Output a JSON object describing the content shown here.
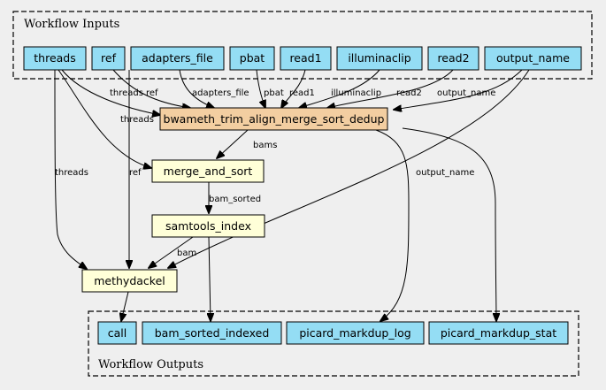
{
  "clusters": {
    "inputs": "Workflow Inputs",
    "outputs": "Workflow Outputs"
  },
  "inputs": {
    "threads": "threads",
    "ref": "ref",
    "adapters_file": "adapters_file",
    "pbat": "pbat",
    "read1": "read1",
    "illuminaclip": "illuminaclip",
    "read2": "read2",
    "output_name": "output_name"
  },
  "steps": {
    "main": "bwameth_trim_align_merge_sort_dedup",
    "merge": "merge_and_sort",
    "index": "samtools_index",
    "methy": "methydackel"
  },
  "outputs": {
    "call": "call",
    "bam_sorted_indexed": "bam_sorted_indexed",
    "picard_markdup_log": "picard_markdup_log",
    "picard_markdup_stat": "picard_markdup_stat"
  },
  "edge_labels": {
    "threads_main": "threads",
    "ref_main": "ref",
    "adapters_main": "adapters_file",
    "pbat_main": "pbat",
    "read1_main": "read1",
    "illumina_main": "illuminaclip",
    "read2_main": "read2",
    "output_main": "output_name",
    "threads_merge": "threads",
    "threads_methy": "threads",
    "ref_methy": "ref",
    "main_merge": "bams",
    "merge_index": "bam_sorted",
    "index_methy": "bam",
    "output_methy": "output_name"
  }
}
